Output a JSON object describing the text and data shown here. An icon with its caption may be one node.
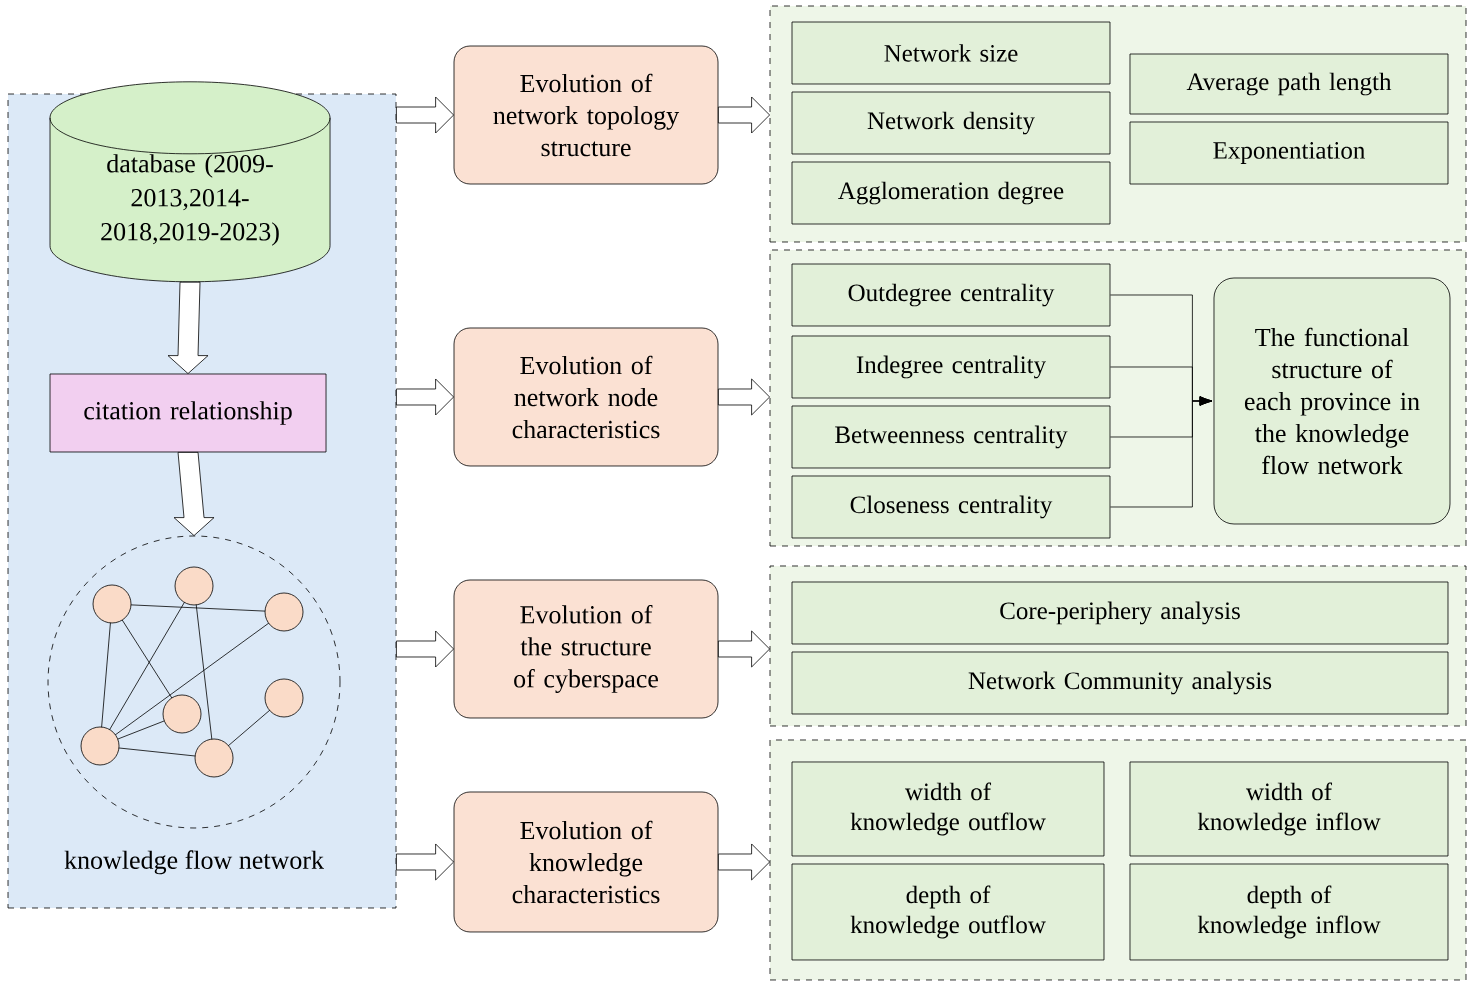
{
  "diagram": {
    "nodes": [
      {
        "text": [],
        "shape": "box"
      },
      {
        "text": [
          "database (2009-2013,2014-2018,2019-2023)"
        ],
        "in": 0
      },
      {
        "text": [
          "citation relationship"
        ],
        "in": 0
      },
      {
        "text": [
          "knowledge flow network"
        ],
        "in": 0
      },
      {
        "text": [
          "Evolution of network topology structure"
        ]
      },
      {
        "text": [],
        "shape": "box"
      },
      {
        "text": [
          "Network size"
        ],
        "in": 5
      },
      {
        "text": [
          "Network density"
        ],
        "in": 5
      },
      {
        "text": [
          "Agglomeration degree"
        ],
        "in": 5
      },
      {
        "text": [
          "Average path length"
        ],
        "in": 5
      },
      {
        "text": [
          "Exponentiation"
        ],
        "in": 5
      },
      {
        "text": [
          "Evolution of network node characteristics"
        ]
      },
      {
        "text": [],
        "shape": "box"
      },
      {
        "text": [
          "Outdegree centrality"
        ],
        "in": 12
      },
      {
        "text": [
          "Indegree centrality"
        ],
        "in": 12
      },
      {
        "text": [
          "Betweenness centrality"
        ],
        "in": 12
      },
      {
        "text": [
          "Closeness centrality"
        ],
        "in": 12
      },
      {
        "text": [
          "The functional structure of each province in the knowledge flow network"
        ],
        "in": 12
      },
      {
        "text": [
          "Evolution of the structure of cyberspace"
        ]
      },
      {
        "text": [],
        "shape": "box"
      },
      {
        "text": [
          "Core-periphery analysis"
        ],
        "in": 19
      },
      {
        "text": [
          "Network Community analysis"
        ],
        "in": 19
      },
      {
        "text": [
          "Evolution of knowledge characteristics"
        ]
      },
      {
        "text": [],
        "shape": "box"
      },
      {
        "text": [
          "width of knowledge outflow"
        ],
        "in": 23
      },
      {
        "text": [
          "width of knowledge inflow"
        ],
        "in": 23
      },
      {
        "text": [
          "depth of knowledge outflow"
        ],
        "in": 23
      },
      {
        "text": [
          "depth of knowledge inflow"
        ],
        "in": 23
      }
    ],
    "edges": [
      {
        "from": 1,
        "to": 2,
        "arrow": "to"
      },
      {
        "from": 2,
        "to": 3,
        "arrow": "to"
      },
      {
        "from": 0,
        "to": 4,
        "arrow": "to"
      },
      {
        "from": 0,
        "to": 11,
        "arrow": "to"
      },
      {
        "from": 0,
        "to": 18,
        "arrow": "to"
      },
      {
        "from": 0,
        "to": 22,
        "arrow": "to"
      },
      {
        "from": 4,
        "to": 5,
        "arrow": "to"
      },
      {
        "from": 11,
        "to": 12,
        "arrow": "to"
      },
      {
        "from": 18,
        "to": 19,
        "arrow": "to"
      },
      {
        "from": 22,
        "to": 23,
        "arrow": "to"
      },
      {
        "from": 13,
        "to": 17,
        "arrow": "to"
      },
      {
        "from": 14,
        "to": 17,
        "arrow": "to"
      },
      {
        "from": 15,
        "to": 17,
        "arrow": "to"
      },
      {
        "from": 16,
        "to": 17,
        "arrow": "to"
      }
    ]
  }
}
